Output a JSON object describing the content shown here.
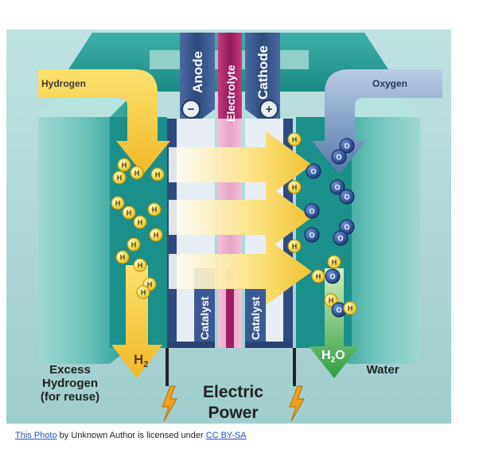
{
  "diagram": {
    "labels": {
      "hydrogen": "Hydrogen",
      "oxygen": "Oxygen",
      "anode": "Anode",
      "electrolyte": "Electrolyte",
      "cathode": "Cathode",
      "anode_charge": "−",
      "cathode_charge": "+",
      "catalyst_left": "Catalyst",
      "catalyst_right": "Catalyst",
      "h2_main": "H",
      "h2_sub": "2",
      "h2o_h": "H",
      "h2o_sub": "2",
      "h2o_o": "O",
      "excess_line1": "Excess",
      "excess_line2": "Hydrogen",
      "excess_line3": "(for reuse)",
      "water": "Water",
      "power_line1": "Electric",
      "power_line2": "Power",
      "h_atom": "H",
      "o_atom": "O"
    },
    "colors": {
      "background": "#a9d4d3",
      "teal_dark": "#1f8e89",
      "teal_light": "#7fcac3",
      "anode": "#3f5a90",
      "cathode": "#3f5a90",
      "electrolyte": "#b0246e",
      "hydrogen_arrow": "#f6c93a",
      "oxygen_arrow": "#6f92be",
      "water_arrow": "#3fa64a",
      "h_atom": "#f3e03c",
      "o_atom": "#2a4f9a"
    }
  },
  "caption": {
    "link1": "This Photo",
    "middle": " by Unknown Author is licensed under ",
    "link2": "CC BY-SA"
  }
}
